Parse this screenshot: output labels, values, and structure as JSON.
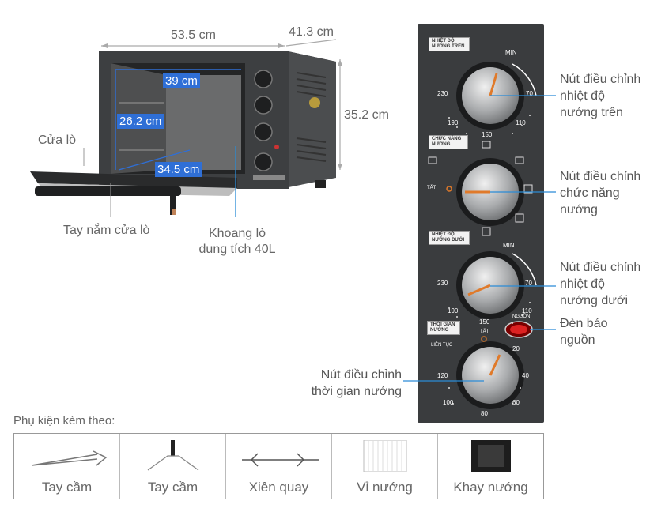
{
  "oven": {
    "width_label": "53.5 cm",
    "depth_label": "41.3 cm",
    "height_label": "35.2 cm",
    "inner_width": "39 cm",
    "inner_height": "26.2 cm",
    "inner_depth": "34.5 cm",
    "door_label": "Cửa lò",
    "handle_label": "Tay nắm cửa lò",
    "cavity_label_line1": "Khoang lò",
    "cavity_label_line2": "dung tích 40L"
  },
  "panel": {
    "knob1_tag": "NHIỆT ĐỘ NƯỚNG TRÊN",
    "knob2_tag": "CHỨC NĂNG NƯỚNG",
    "knob3_tag": "NHIỆT ĐỘ NƯỚNG DƯỚI",
    "knob4_tag": "THỜI GIAN NƯỚNG",
    "min": "MIN",
    "t230": "230",
    "t190": "190",
    "t150": "150",
    "t110": "110",
    "t70": "70",
    "off": "TẮT",
    "continuous": "LIÊN TỤC",
    "power": "NGUỒN",
    "m20": "20",
    "m40": "40",
    "m60": "60",
    "m80": "80",
    "m100": "100",
    "m120": "120"
  },
  "callouts": {
    "top_temp": [
      "Nút điều chỉnh",
      "nhiệt độ",
      "nướng trên"
    ],
    "function": [
      "Nút điều chỉnh",
      "chức năng",
      "nướng"
    ],
    "bottom_temp": [
      "Nút điều chỉnh",
      "nhiệt độ",
      "nướng dưới"
    ],
    "power_light": [
      "Đèn báo",
      "nguồn"
    ],
    "timer": [
      "Nút điều chỉnh",
      "thời gian nướng"
    ]
  },
  "accessories": {
    "title": "Phụ kiện kèm theo:",
    "items": [
      "Tay cầm",
      "Tay cầm",
      "Xiên quay",
      "Vỉ nướng",
      "Khay nướng"
    ]
  }
}
